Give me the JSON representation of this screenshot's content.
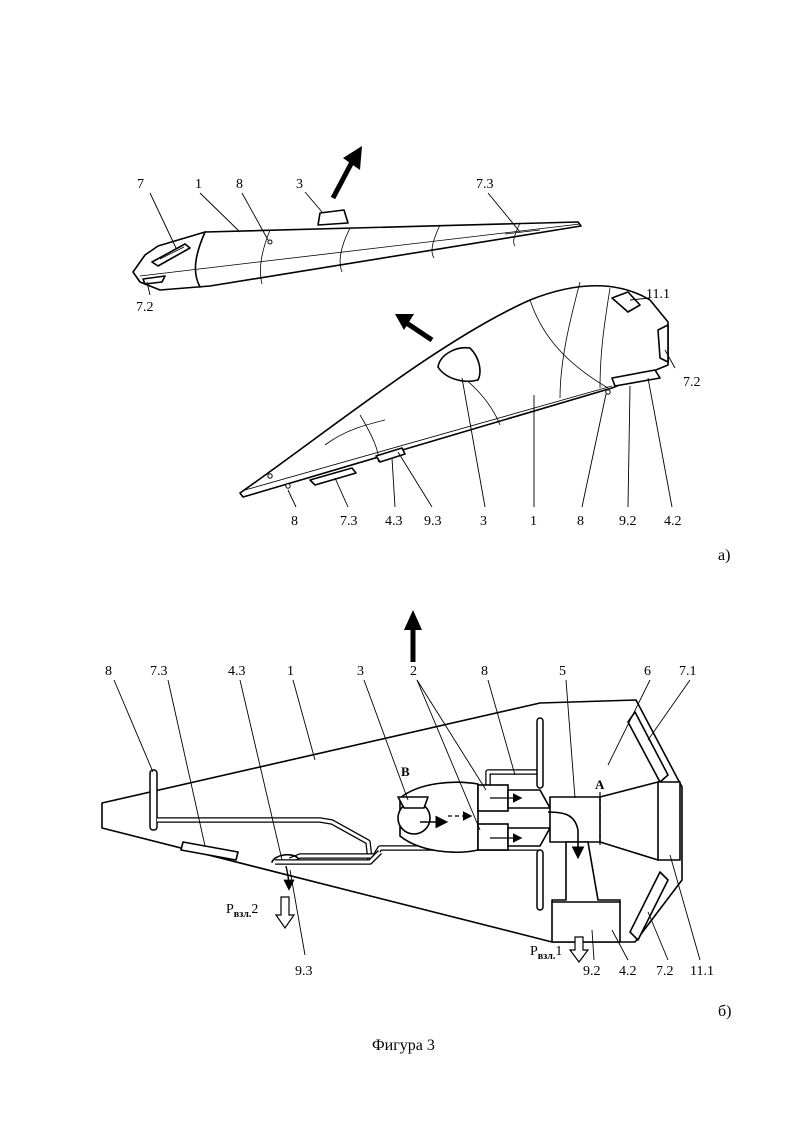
{
  "figure": {
    "caption": "Фигура 3",
    "part_a": "а)",
    "part_b": "б)"
  },
  "view_a": {
    "wing1_labels": [
      "7",
      "1",
      "8",
      "3",
      "7.3",
      "7.2"
    ],
    "wing2_labels": [
      "11.1",
      "7.2",
      "8",
      "7.3",
      "4.3",
      "9.3",
      "3",
      "1",
      "8",
      "9.2",
      "4.2"
    ]
  },
  "view_b": {
    "top_labels": [
      "8",
      "7.3",
      "4.3",
      "1",
      "3",
      "2",
      "8",
      "5",
      "6",
      "7.1"
    ],
    "inner_labels": [
      "В",
      "А"
    ],
    "bottom_labels": [
      "9.3",
      "9.2",
      "4.2",
      "7.2",
      "11.1"
    ],
    "force_left": {
      "main": "Р",
      "sub": "взл.",
      "idx": "2"
    },
    "force_right": {
      "main": "Р",
      "sub": "взл.",
      "idx": "1"
    }
  }
}
